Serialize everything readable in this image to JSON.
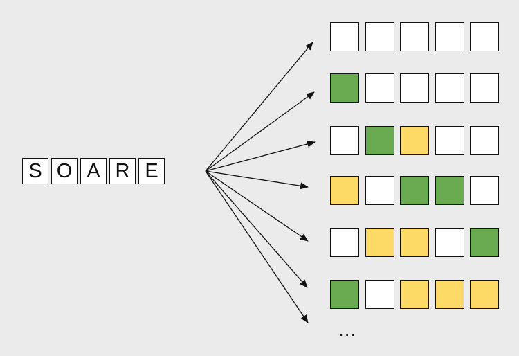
{
  "guess_word": [
    "S",
    "O",
    "A",
    "R",
    "E"
  ],
  "colors": {
    "background": "#ebebeb",
    "white": "#ffffff",
    "green": "#6aaa51",
    "yellow": "#fdd966",
    "stroke": "#111111"
  },
  "feedback_patterns": [
    [
      "white",
      "white",
      "white",
      "white",
      "white"
    ],
    [
      "green",
      "white",
      "white",
      "white",
      "white"
    ],
    [
      "white",
      "green",
      "yellow",
      "white",
      "white"
    ],
    [
      "yellow",
      "white",
      "green",
      "green",
      "white"
    ],
    [
      "white",
      "yellow",
      "yellow",
      "white",
      "green"
    ],
    [
      "green",
      "white",
      "yellow",
      "yellow",
      "yellow"
    ]
  ],
  "continuation": "..."
}
